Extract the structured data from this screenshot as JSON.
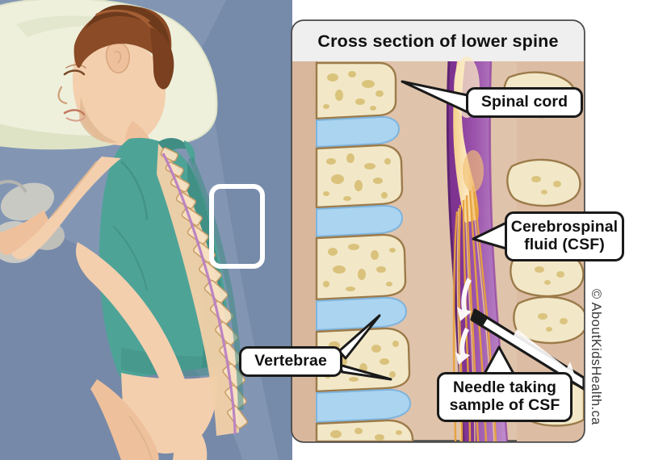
{
  "illustration": {
    "subject": "Child lying on side on a bed for a lumbar puncture",
    "highlight_region_name": "lower-spine-highlight"
  },
  "panel": {
    "title": "Cross section of lower spine"
  },
  "labels": [
    {
      "id": "spinal-cord",
      "text": "Spinal cord"
    },
    {
      "id": "csf",
      "text": "Cerebrospinal\nfluid (CSF)"
    },
    {
      "id": "needle",
      "text": "Needle taking\nsample of CSF"
    },
    {
      "id": "vertebrae",
      "text": "Vertebrae"
    }
  ],
  "attribution": {
    "text": "© AboutKidsHealth.ca"
  },
  "colors": {
    "background": "#ffffff",
    "bed": "#8296b4",
    "bed_shadow": "#6d82a0",
    "pillow": "#eef0dc",
    "pillow_shade": "#dfe3c6",
    "gown": "#4ea397",
    "gown_shade": "#3f8d83",
    "skin": "#f3cfae",
    "skin_shade": "#e0b691",
    "hair": "#8a4b26",
    "hair_dark": "#6d3a1c",
    "toy": "#c9c9c4",
    "panel_bg": "#e0c3ab",
    "panel_border": "#4a4a4a",
    "panel_titlebar": "#efefef",
    "bone": "#f2e8c8",
    "bone_speckle": "#d9c178",
    "bone_outline": "#9c7b4a",
    "disc": "#aad4f0",
    "disc_shade": "#8bc0e6",
    "canal_purple": "#8e3f9e",
    "canal_purple_light": "#b77fc4",
    "nerve_gold": "#e8a23c",
    "nerve_light": "#f5d08a",
    "needle_body": "#ffffff",
    "needle_outline": "#1a1a1a",
    "arrow_white": "#ffffff",
    "callout_border": "#1a1a1a",
    "callout_fill": "#ffffff",
    "highlight_box": "#ffffff"
  }
}
